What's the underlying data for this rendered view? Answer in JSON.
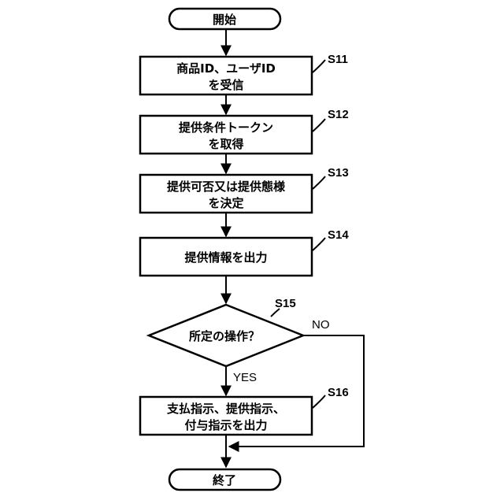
{
  "flowchart": {
    "start": "開始",
    "end": "終了",
    "steps": [
      {
        "id": "S11",
        "lines": [
          "商品ID、ユーザID",
          "を受信"
        ]
      },
      {
        "id": "S12",
        "lines": [
          "提供条件トークン",
          "を取得"
        ]
      },
      {
        "id": "S13",
        "lines": [
          "提供可否又は提供態様",
          "を決定"
        ]
      },
      {
        "id": "S14",
        "lines": [
          "提供情報を出力"
        ]
      },
      {
        "id": "S16",
        "lines": [
          "支払指示、提供指示、",
          "付与指示を出力"
        ]
      }
    ],
    "decision": {
      "id": "S15",
      "text": "所定の操作？",
      "yes": "YES",
      "no": "NO"
    }
  }
}
